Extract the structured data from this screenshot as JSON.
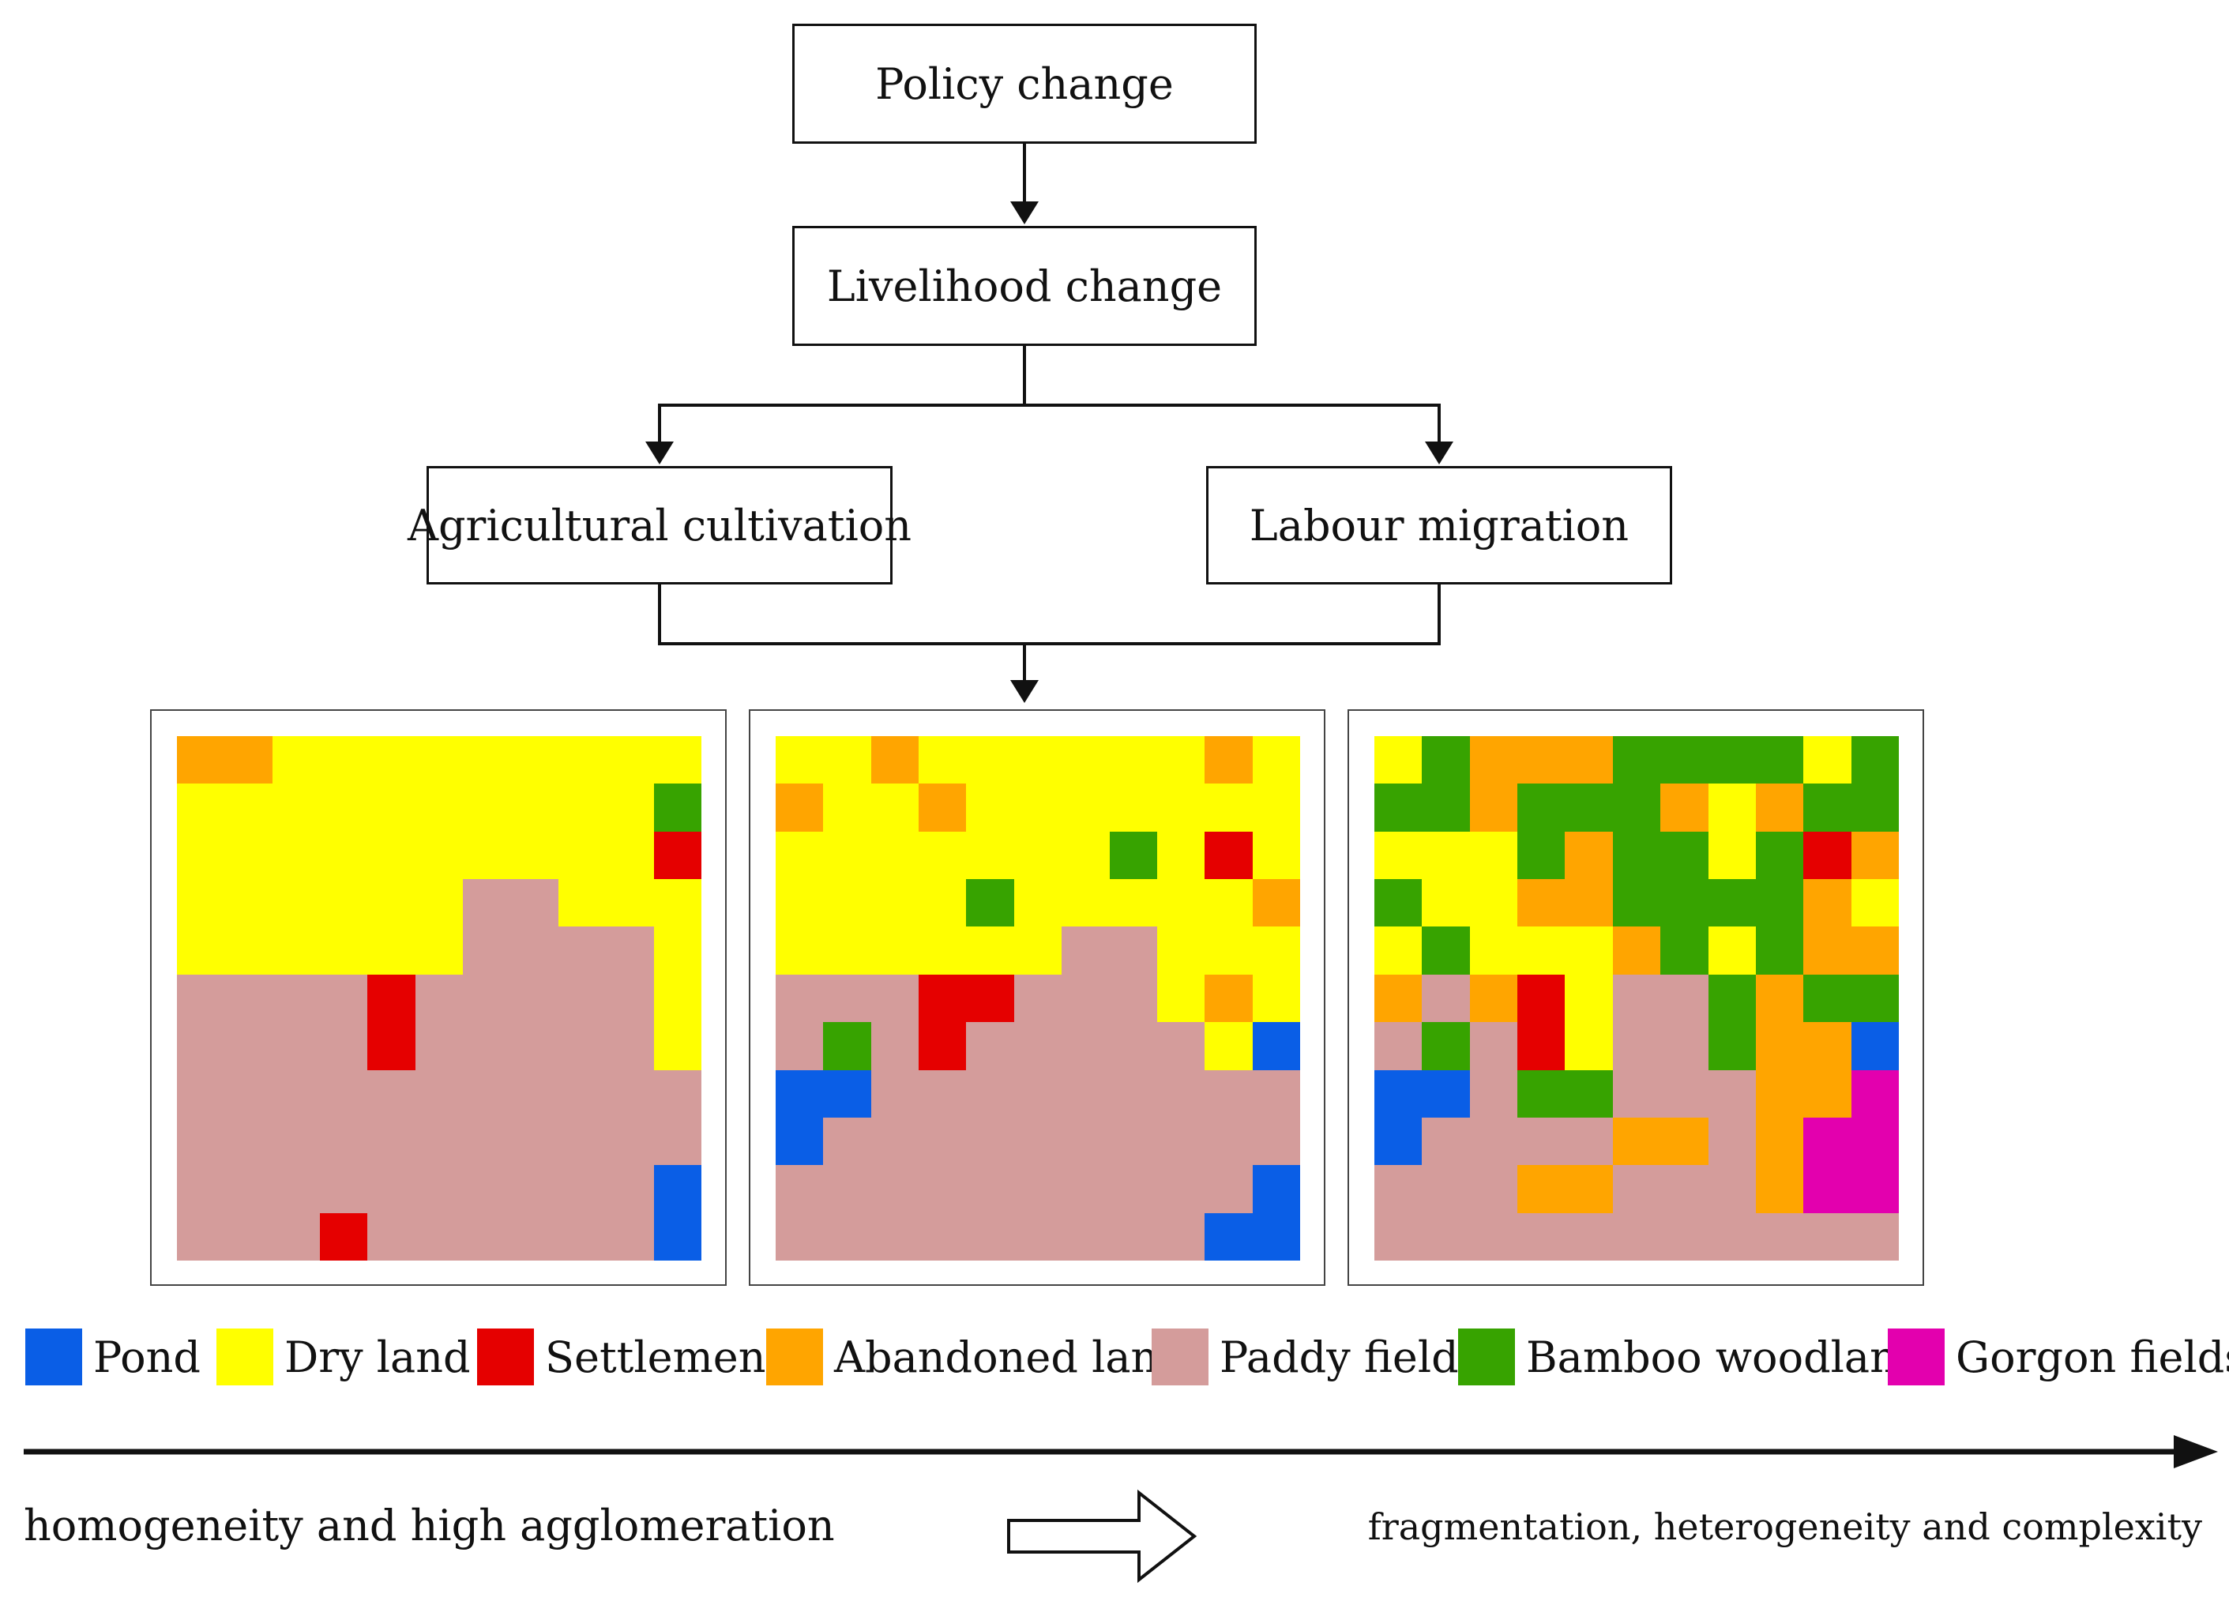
{
  "colors": {
    "pond": "#0a5ee6",
    "dry_land": "#ffff00",
    "settlements": "#e50000",
    "abandoned_land": "#ffa500",
    "paddy_fields": "#d49c9b",
    "bamboo_woodland": "#37a300",
    "gorgon_fields": "#e300ae"
  },
  "nodes": {
    "policy": "Policy change",
    "livelihood": "Livelihood change",
    "agriculture": "Agricultural cultivation",
    "labour": "Labour migration"
  },
  "legend": [
    {
      "key": "P",
      "label": "Pond"
    },
    {
      "key": "Y",
      "label": "Dry land"
    },
    {
      "key": "S",
      "label": "Settlements"
    },
    {
      "key": "A",
      "label": "Abandoned land"
    },
    {
      "key": "R",
      "label": "Paddy fields"
    },
    {
      "key": "B",
      "label": "Bamboo woodland"
    },
    {
      "key": "G",
      "label": "Gorgon fields"
    }
  ],
  "maps": [
    {
      "rows": [
        "AAYYYYYYYYY",
        "YYYYYYYYYYB",
        "YYYYYYYYYYS",
        "YYYYYYRRYYY",
        "YYYYYYRRRRY",
        "RRRRSRRRRRY",
        "RRRRSRRRRRY",
        "RRRRRRRRRRR",
        "RRRRRRRRRRR",
        "RRRRRRRRRRP",
        "RRRSRRRRRRP"
      ]
    },
    {
      "rows": [
        "YYAYYYYYYAY",
        "AYYAYYYYYYY",
        "YYYYYYYBYSY",
        "YYYYBYYYYYA",
        "YYYYYYRRYYY",
        "RRRSSRRRYAY",
        "RBRSRRRRRYP",
        "PPRRRRRRRRR",
        "PRRRRRRRRRR",
        "RRRRRRRRRRP",
        "RRRRRRRRRPP"
      ]
    },
    {
      "rows": [
        "YBAAABBBBYB",
        "BBABBBAYABB",
        "YYYBABBYBSA",
        "BYYAABBBBAY",
        "YBYYYABYBAA",
        "ARASYRRBABB",
        "RBRSYRRBAAP",
        "PPRBBRRRAAG",
        "PRRRRAARAGG",
        "RRRAARRRAGG",
        "RRRRRRRRRRR"
      ]
    }
  ],
  "bottom": {
    "left_text": "homogeneity and high agglomeration",
    "right_text": "fragmentation, heterogeneity and complexity"
  }
}
